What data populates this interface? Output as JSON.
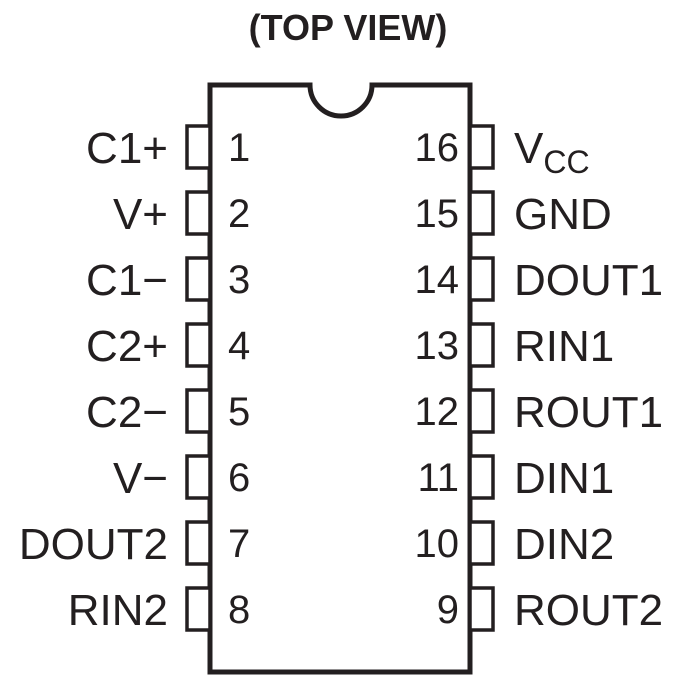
{
  "title": "(TOP VIEW)",
  "left_pins": [
    {
      "number": "1",
      "name": "C1+"
    },
    {
      "number": "2",
      "name": "V+"
    },
    {
      "number": "3",
      "name": "C1−"
    },
    {
      "number": "4",
      "name": "C2+"
    },
    {
      "number": "5",
      "name": "C2−"
    },
    {
      "number": "6",
      "name": "V−"
    },
    {
      "number": "7",
      "name": "DOUT2"
    },
    {
      "number": "8",
      "name": "RIN2"
    }
  ],
  "right_pins": [
    {
      "number": "16",
      "name": "V",
      "subscript": "CC"
    },
    {
      "number": "15",
      "name": "GND"
    },
    {
      "number": "14",
      "name": "DOUT1"
    },
    {
      "number": "13",
      "name": "RIN1"
    },
    {
      "number": "12",
      "name": "ROUT1"
    },
    {
      "number": "11",
      "name": "DIN1"
    },
    {
      "number": "10",
      "name": "DIN2"
    },
    {
      "number": "9",
      "name": "ROUT2"
    }
  ],
  "colors": {
    "ink": "#231f20",
    "background": "#ffffff"
  }
}
